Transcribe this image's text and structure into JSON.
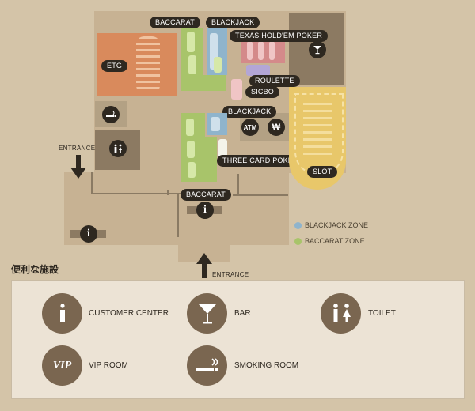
{
  "map": {
    "areas": {
      "baccarat_top": "BACCARAT",
      "blackjack_top": "BLACKJACK",
      "texas_holdem": "TEXAS HOLD'EM POKER",
      "etg": "ETG",
      "roulette": "ROULETTE",
      "sicbo": "SICBO",
      "blackjack_mid": "BLACKJACK",
      "atm": "ATM",
      "won": "₩",
      "three_card_poker": "THREE CARD POKER",
      "slot": "SLOT",
      "baccarat_bottom": "BACCARAT"
    },
    "entrance_left": "ENTRANCE",
    "entrance_bottom": "ENTRANCE",
    "legend": {
      "blackjack_zone": "BLACKJACK ZONE",
      "baccarat_zone": "BACCARAT ZONE",
      "blackjack_color": "#8fb4cc",
      "baccarat_color": "#a8c46a"
    },
    "info_glyph": "i"
  },
  "facilities": {
    "title": "便利な施設",
    "items": [
      {
        "label": "CUSTOMER CENTER",
        "icon": "info-icon"
      },
      {
        "label": "BAR",
        "icon": "cocktail-icon"
      },
      {
        "label": "TOILET",
        "icon": "toilet-icon"
      },
      {
        "label": "VIP ROOM",
        "icon": "vip-icon",
        "glyph": "VIP"
      },
      {
        "label": "SMOKING ROOM",
        "icon": "smoking-icon"
      }
    ]
  },
  "colors": {
    "background": "#d4c4a8",
    "floor": "#c7b293",
    "dark": "#2e2820",
    "etg": "#d98a5c",
    "slot": "#e8c76a",
    "poker": "#d48a8a",
    "icon_circle": "#7a6650"
  }
}
